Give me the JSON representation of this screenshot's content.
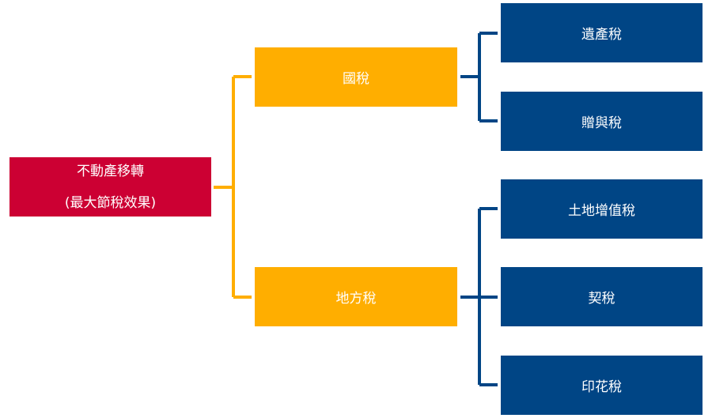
{
  "colors": {
    "root": "#cc0033",
    "category": "#ffae00",
    "leaf": "#004585",
    "root_connector": "#ffae00",
    "category_connector": "#004585"
  },
  "root": {
    "line1": "不動產移轉",
    "line2": "(最大節稅效果)"
  },
  "categories": [
    {
      "label": "國稅",
      "children": [
        "遺產稅",
        "贈與稅"
      ]
    },
    {
      "label": "地方稅",
      "children": [
        "土地增值稅",
        "契稅",
        "印花稅"
      ]
    }
  ]
}
